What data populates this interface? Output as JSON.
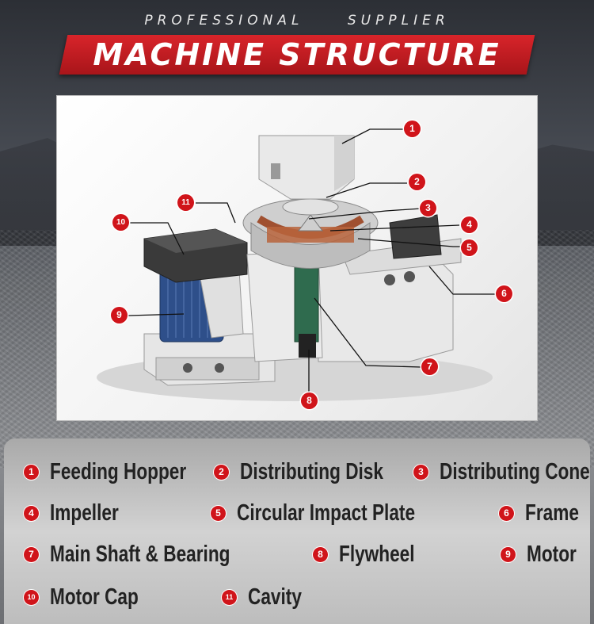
{
  "header": {
    "subtitle_left": "PROFESSIONAL",
    "subtitle_right": "SUPPLIER",
    "title": "MACHINE STRUCTURE"
  },
  "colors": {
    "accent_red": "#d0141a",
    "banner_red": "#c01d22",
    "motor_blue": "#2e4f8a",
    "shaft_green": "#2f6b4e"
  },
  "callouts": [
    "1",
    "2",
    "3",
    "4",
    "5",
    "6",
    "7",
    "8",
    "9",
    "10",
    "11"
  ],
  "legend": [
    {
      "num": "1",
      "label": "Feeding Hopper"
    },
    {
      "num": "2",
      "label": "Distributing Disk"
    },
    {
      "num": "3",
      "label": "Distributing Cone"
    },
    {
      "num": "4",
      "label": "Impeller"
    },
    {
      "num": "5",
      "label": "Circular Impact Plate"
    },
    {
      "num": "6",
      "label": "Frame"
    },
    {
      "num": "7",
      "label": "Main Shaft & Bearing"
    },
    {
      "num": "8",
      "label": "Flywheel"
    },
    {
      "num": "9",
      "label": "Motor"
    },
    {
      "num": "10",
      "label": "Motor Cap"
    },
    {
      "num": "11",
      "label": "Cavity"
    }
  ]
}
